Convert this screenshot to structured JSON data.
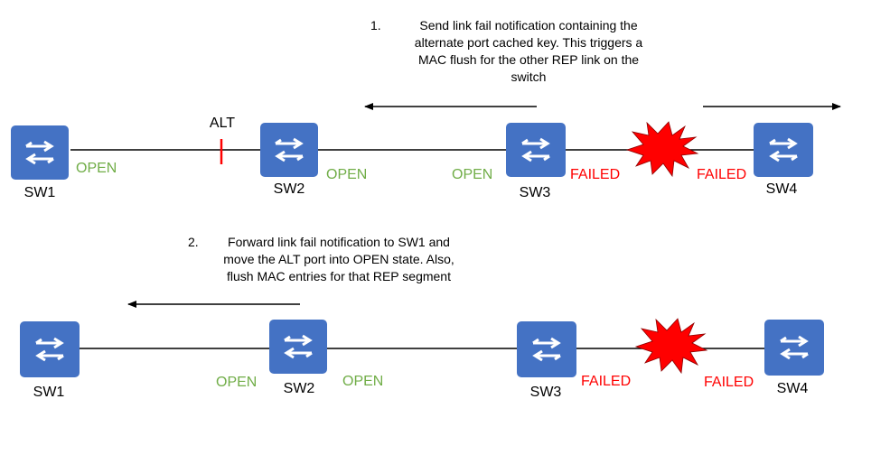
{
  "colors": {
    "switch_fill": "#4472C4",
    "open": "#70AD47",
    "failed": "#FF0000",
    "line": "#000000",
    "alt_marker": "#FF0000",
    "explosion_fill": "#FF0000"
  },
  "icons": {
    "switch": "switch-arrows-icon",
    "failure": "explosion-icon"
  },
  "top": {
    "note_number": "1.",
    "note_lines": [
      "Send link fail notification containing the",
      "alternate port cached key. This triggers a",
      "MAC flush for the other REP link on the",
      "switch"
    ],
    "alt_label": "ALT",
    "switches": [
      "SW1",
      "SW2",
      "SW3",
      "SW4"
    ],
    "port_states": {
      "sw1_right": "OPEN",
      "sw2_right": "OPEN",
      "sw3_left": "OPEN",
      "sw3_right": "FAILED",
      "sw4_left": "FAILED"
    }
  },
  "bottom": {
    "note_number": "2.",
    "note_lines": [
      "Forward link fail notification to SW1 and",
      "move the ALT port into OPEN state. Also,",
      "flush MAC entries for that REP segment"
    ],
    "switches": [
      "SW1",
      "SW2",
      "SW3",
      "SW4"
    ],
    "port_states": {
      "sw2_left": "OPEN",
      "sw2_right": "OPEN",
      "sw3_right": "FAILED",
      "sw4_left": "FAILED"
    }
  }
}
